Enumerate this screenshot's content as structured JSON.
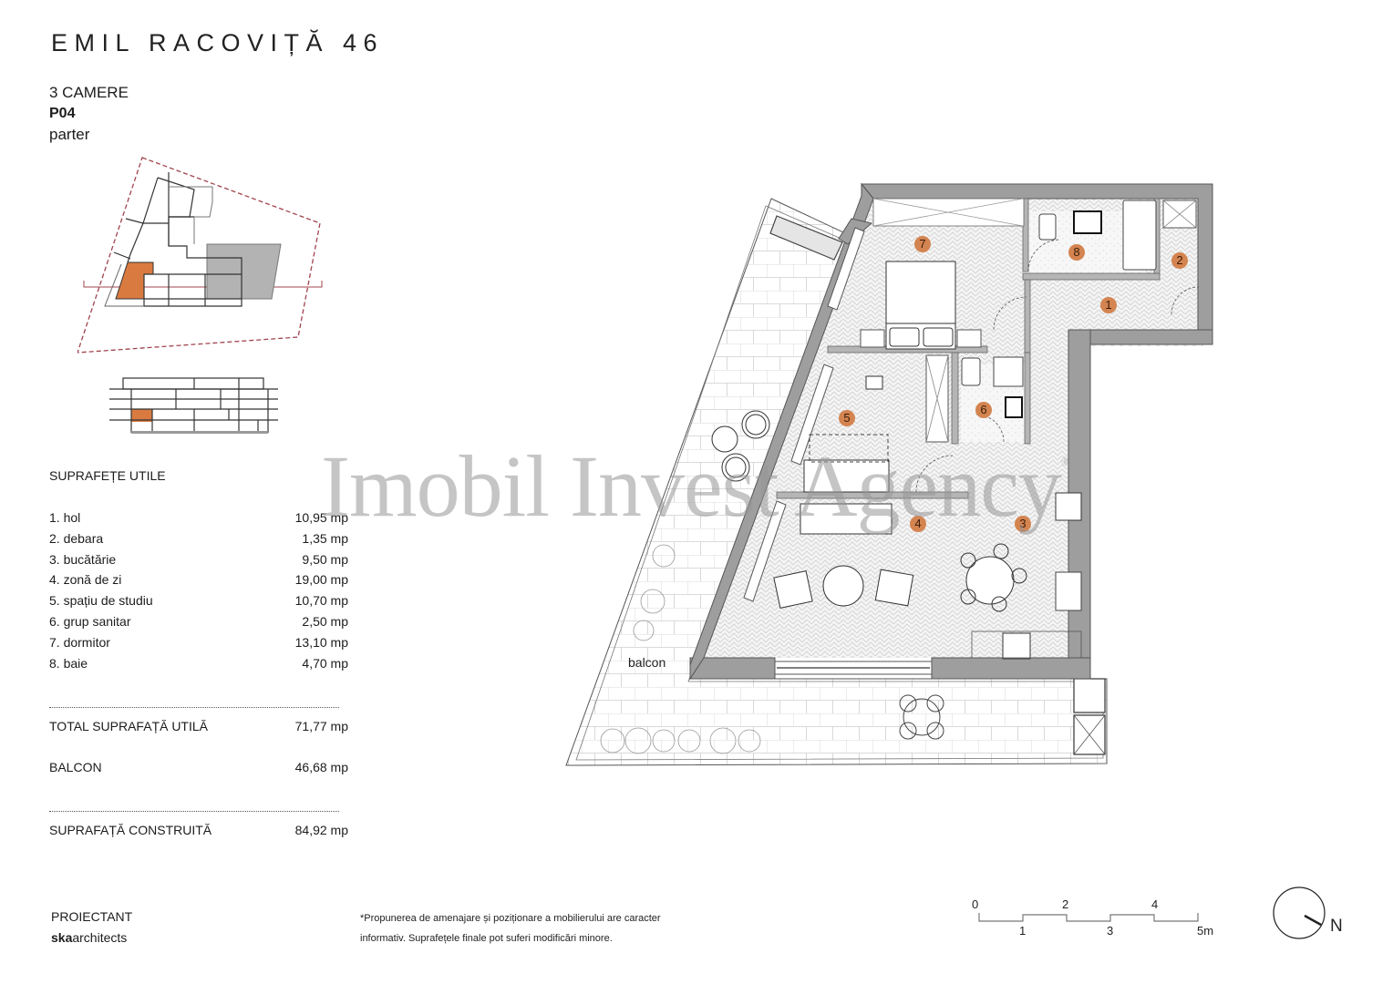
{
  "header": {
    "title": "EMIL RACOVIȚĂ 46",
    "rooms_count": "3 CAMERE",
    "unit_code": "P04",
    "floor": "parter"
  },
  "colors": {
    "accent_orange": "#d48450",
    "wall_gray": "#9e9e9e",
    "site_boundary_red": "#a0444c",
    "neighbor_gray": "#b3b3b3"
  },
  "areas": {
    "heading": "SUPRAFEȚE UTILE",
    "items": [
      {
        "label": "1. hol",
        "value": "10,95 mp"
      },
      {
        "label": "2. debara",
        "value": "1,35 mp"
      },
      {
        "label": "3. bucătărie",
        "value": "9,50 mp"
      },
      {
        "label": "4. zonă de zi",
        "value": "19,00 mp"
      },
      {
        "label": "5. spațiu de studiu",
        "value": "10,70 mp"
      },
      {
        "label": "6. grup sanitar",
        "value": "2,50 mp"
      },
      {
        "label": "7. dormitor",
        "value": "13,10 mp"
      },
      {
        "label": "8. baie",
        "value": "4,70 mp"
      }
    ],
    "total_label": "TOTAL SUPRAFAȚĂ UTILĂ",
    "total_value": "71,77 mp",
    "balcony_label": "BALCON",
    "balcony_value": "46,68 mp",
    "built_label": "SUPRAFAȚĂ CONSTRUITĂ",
    "built_value": "84,92 mp"
  },
  "footer": {
    "designer_label": "PROIECTANT",
    "designer_bold": "ska",
    "designer_rest": "architects",
    "note_line1": "*Propunerea de amenajare și poziționare a mobilierului are caracter",
    "note_line2": "informativ. Suprafețele finale pot suferi modificări minore."
  },
  "scale_bar": {
    "top_labels": [
      "0",
      "2",
      "4"
    ],
    "bottom_labels": [
      "1",
      "3",
      "5m"
    ]
  },
  "compass": {
    "label": "N"
  },
  "plan": {
    "balcony_label": "balcon",
    "room_badges": [
      "1",
      "2",
      "3",
      "4",
      "5",
      "6",
      "7",
      "8"
    ]
  },
  "watermark": {
    "text": "Imobil Invest Agency",
    "mark": "®"
  }
}
